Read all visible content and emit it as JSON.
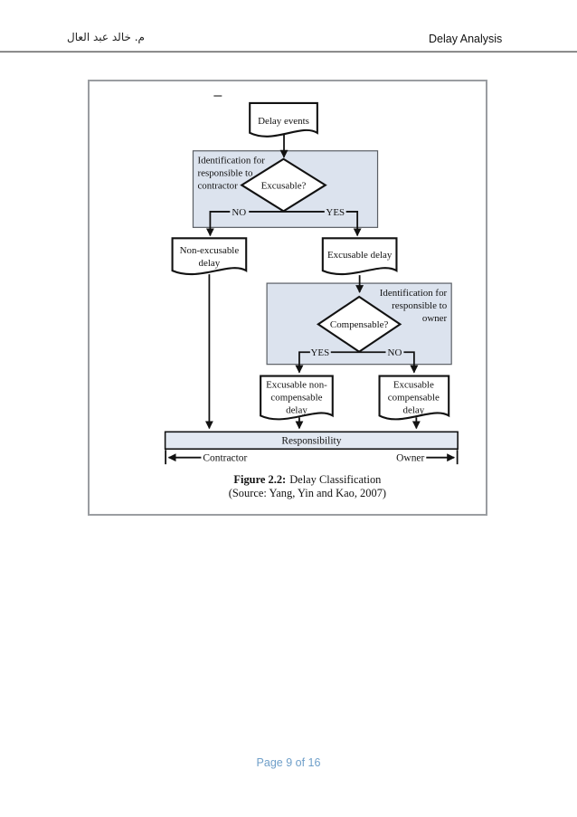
{
  "header": {
    "author_ar": "م. خالد عبد العال",
    "title": "Delay Analysis"
  },
  "flowchart": {
    "start": "Delay events",
    "box1_label": [
      "Identification for",
      "responsible to",
      "contractor"
    ],
    "decision1": "Excusable?",
    "decision1_no": "NO",
    "decision1_yes": "YES",
    "doc_non_excusable": [
      "Non-excusable",
      "delay"
    ],
    "doc_excusable": "Excusable delay",
    "box2_label": [
      "Identification for",
      "responsible to",
      "owner"
    ],
    "decision2": "Compensable?",
    "decision2_yes": "YES",
    "decision2_no": "NO",
    "doc_exc_noncomp": [
      "Excusable non-",
      "compensable",
      "delay"
    ],
    "doc_exc_comp": [
      "Excusable",
      "compensable",
      "delay"
    ],
    "bar": "Responsibility",
    "axis_left": "Contractor",
    "axis_right": "Owner"
  },
  "figure": {
    "caption_bold": "Figure 2.2:",
    "caption_rest": "Delay Classification",
    "caption_source": "(Source: Yang, Yin and Kao, 2007)"
  },
  "footer": {
    "page_label": "Page 9 of 16"
  },
  "colors": {
    "shaded_box": "#dce3ee",
    "bar_fill": "#e3e9f2",
    "line": "#121212",
    "footer_blue": "#6f9fc9"
  }
}
